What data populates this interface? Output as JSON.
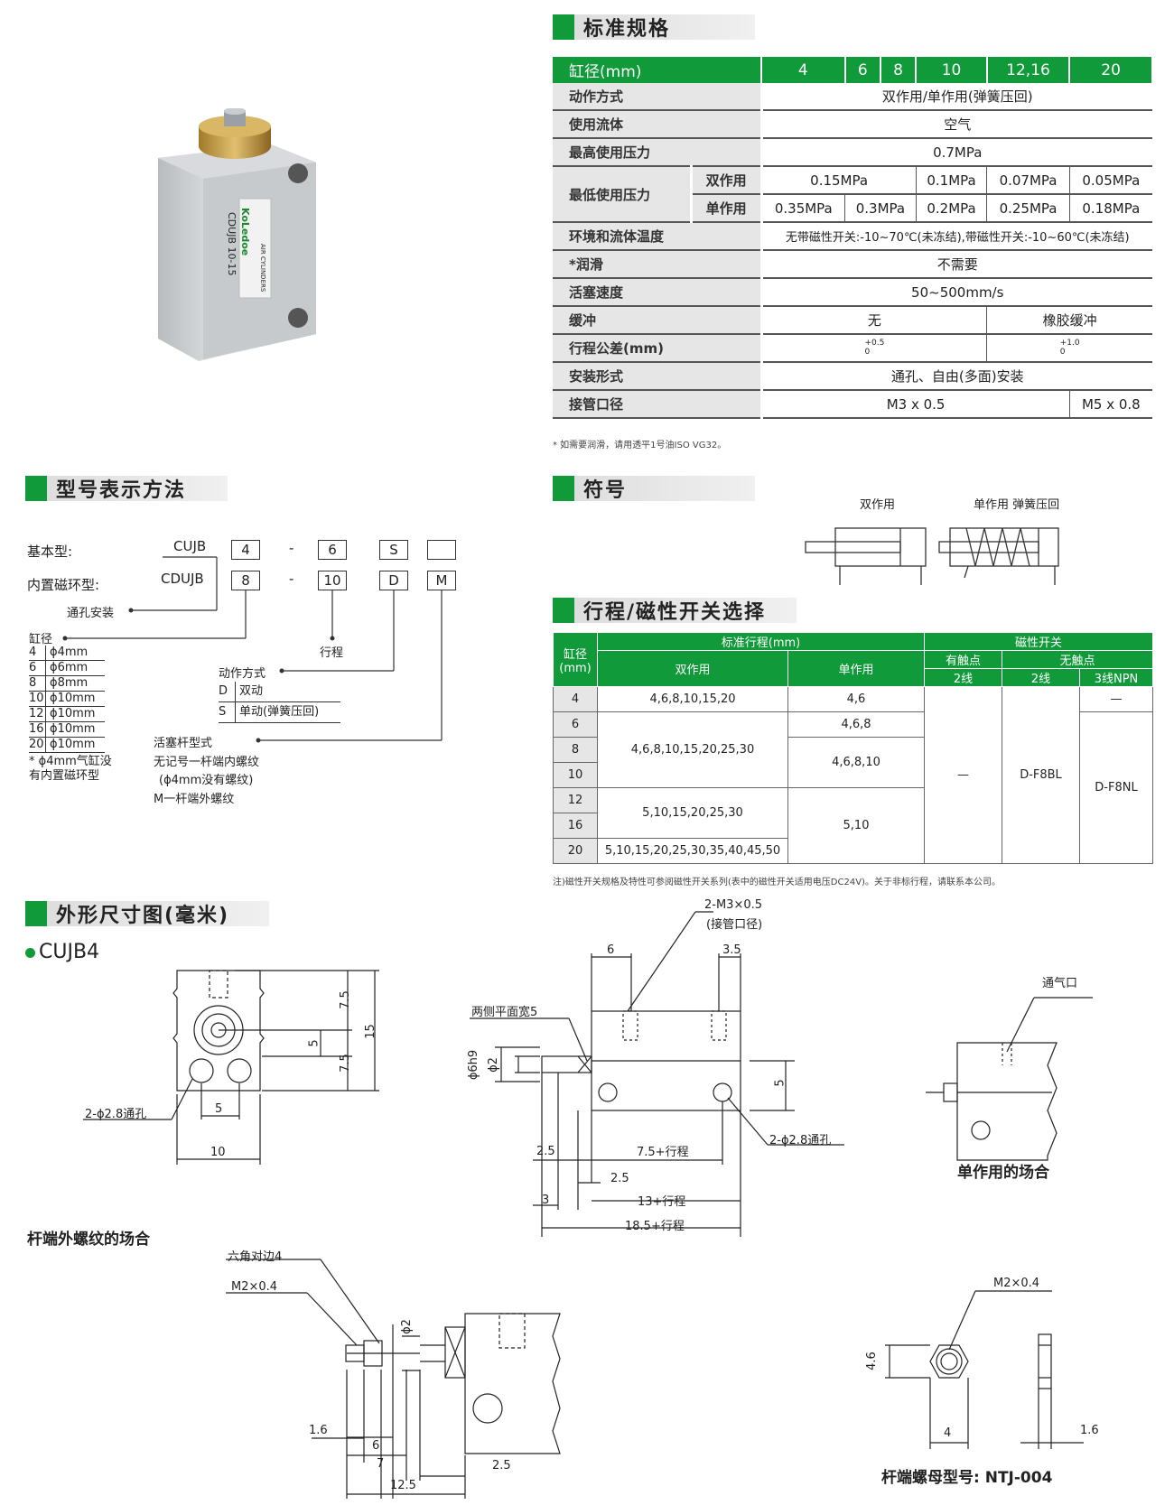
{
  "sections": {
    "spec": "标准规格",
    "model": "型号表示方法",
    "symbol": "符号",
    "stroke": "行程/磁性开关选择",
    "dims": "外形尺寸图(毫米)"
  },
  "product": {
    "label_brand": "KoLedoe",
    "label_model": "CDUJB 10-15",
    "label_type": "AIR CYLINDERS"
  },
  "spec": {
    "header_label": "缸径(mm)",
    "bores": [
      "4",
      "6",
      "8",
      "10",
      "12,16",
      "20"
    ],
    "rows": {
      "action_label": "动作方式",
      "action_value": "双作用/单作用(弹簧压回)",
      "fluid_label": "使用流体",
      "fluid_value": "空气",
      "maxp_label": "最高使用压力",
      "maxp_value": "0.7MPa",
      "minp_label": "最低使用压力",
      "double_label": "双作用",
      "double_vals": [
        "0.15MPa",
        "0.1MPa",
        "0.07MPa",
        "0.05MPa"
      ],
      "single_label": "单作用",
      "single_vals": [
        "0.35MPa",
        "0.3MPa",
        "0.2MPa",
        "0.25MPa",
        "0.18MPa"
      ],
      "temp_label": "环境和流体温度",
      "temp_value": "无带磁性开关:-10~70℃(未冻结),带磁性开关:-10~60℃(未冻结)",
      "lube_label": "*润滑",
      "lube_value": "不需要",
      "speed_label": "活塞速度",
      "speed_value": "50~500mm/s",
      "cush_label": "缓冲",
      "cush_a": "无",
      "cush_b": "橡胶缓冲",
      "tol_label": "行程公差(mm)",
      "tol_a_up": "+0.5",
      "tol_a_dn": "0",
      "tol_b_up": "+1.0",
      "tol_b_dn": "0",
      "mount_label": "安装形式",
      "mount_value": "通孔、自由(多面)安装",
      "port_label": "接管口径",
      "port_a": "M3 x 0.5",
      "port_b": "M5 x 0.8"
    },
    "note": "* 如需要润滑，请用透平1号油ISO VG32。"
  },
  "model": {
    "basic_label": "基本型:",
    "basic_code": "CUJB",
    "basic_boxes": [
      "4",
      "6",
      "S",
      ""
    ],
    "mag_label": "内置磁环型:",
    "mag_code": "CDUJB",
    "mag_boxes": [
      "8",
      "10",
      "D",
      "M"
    ],
    "dash": "-",
    "through_hole": "通孔安装",
    "bore_title": "缸径",
    "bore_list": [
      [
        "4",
        "ϕ4mm"
      ],
      [
        "6",
        "ϕ6mm"
      ],
      [
        "8",
        "ϕ8mm"
      ],
      [
        "10",
        "ϕ10mm"
      ],
      [
        "12",
        "ϕ10mm"
      ],
      [
        "16",
        "ϕ10mm"
      ],
      [
        "20",
        "ϕ10mm"
      ]
    ],
    "bore_note1": "* ϕ4mm气缸没",
    "bore_note2": "有内置磁环型",
    "stroke_title": "行程",
    "action_title": "动作方式",
    "action_list": [
      [
        "D",
        "双动"
      ],
      [
        "S",
        "单动(弹簧压回)"
      ]
    ],
    "rod_title": "活塞杆型式",
    "rod_1": "无记号一杆端内螺纹",
    "rod_2": "(ϕ4mm没有螺纹)",
    "rod_3": "M一杆端外螺纹"
  },
  "symbol": {
    "double": "双作用",
    "single": "单作用 弹簧压回"
  },
  "stroke": {
    "h_bore": "缸径(mm)",
    "h_std": "标准行程(mm)",
    "h_mag": "磁性开关",
    "h_double": "双作用",
    "h_single": "单作用",
    "h_contact": "有触点",
    "h_noncontact": "无触点",
    "h_2w_a": "2线",
    "h_2w_b": "2线",
    "h_3w": "3线NPN",
    "bores": [
      "4",
      "6",
      "8",
      "10",
      "12",
      "16",
      "20"
    ],
    "d_4": "4,6,8,10,15,20",
    "d_6_10": "4,6,8,10,15,20,25,30",
    "d_12_16": "5,10,15,20,25,30",
    "d_20": "5,10,15,20,25,30,35,40,45,50",
    "s_4": "4,6",
    "s_6": "4,6,8",
    "s_8_10": "4,6,8,10",
    "s_12_20": "5,10",
    "contact": "—",
    "sw_2w": "D-F8BL",
    "sw_3w": "D-F8NL",
    "sw_3w_4": "—",
    "note": "注)磁性开关规格及特性可参阅磁性开关系列(表中的磁性开关适用电压DC24V)。关于非标行程，请联系本公司。"
  },
  "dims": {
    "cujb4": "CUJB4",
    "front": {
      "d75a": "7.5",
      "d75b": "7.5",
      "d5": "5",
      "d15": "15",
      "hole": "2-ϕ2.8通孔",
      "w5": "5",
      "w10": "10"
    },
    "side": {
      "port1": "2-M3×0.5",
      "port2": "(接管口径)",
      "d6": "6",
      "d35": "3.5",
      "flat": "两侧平面宽5",
      "rod": "ϕ6h9",
      "rod2": "ϕ2",
      "h5": "5",
      "d25a": "2.5",
      "s75": "7.5+行程",
      "hole": "2-ϕ2.8通孔",
      "d25b": "2.5",
      "d3": "3",
      "s13": "13+行程",
      "s185": "18.5+行程"
    },
    "vent": "通气口",
    "single_case": "单作用的场合",
    "ext_title": "杆端外螺纹的场合",
    "ext": {
      "hex": "六角对边4",
      "m2": "M2×0.4",
      "phi2": "ϕ2",
      "d16": "1.6",
      "d6": "6",
      "d7": "7",
      "d25": "2.5",
      "d125": "12.5"
    },
    "nut": {
      "m2": "M2×0.4",
      "h46": "4.6",
      "w4": "4",
      "t16": "1.6",
      "model": "杆端螺母型号: NTJ-004"
    }
  }
}
